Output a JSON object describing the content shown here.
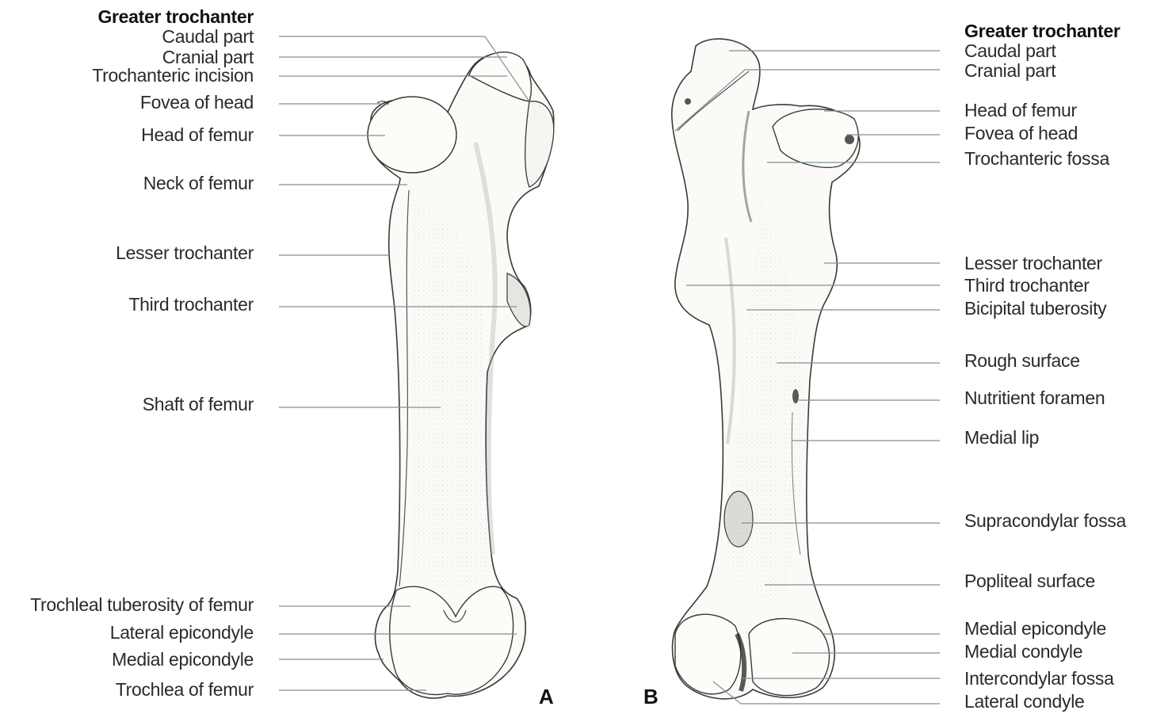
{
  "view_a": {
    "panel_label": "A",
    "labels": {
      "greater_trochanter": "Greater trochanter",
      "caudal_part": "Caudal part",
      "cranial_part": "Cranial part",
      "trochanteric_incision": "Trochanteric incision",
      "fovea_of_head": "Fovea of head",
      "head_of_femur": "Head of femur",
      "neck_of_femur": "Neck of femur",
      "lesser_trochanter": "Lesser trochanter",
      "third_trochanter": "Third trochanter",
      "shaft_of_femur": "Shaft of femur",
      "trochlear_tuberosity": "Trochleal tuberosity of femur",
      "lateral_epicondyle": "Lateral epicondyle",
      "medial_epicondyle": "Medial epicondyle",
      "trochlea_of_femur": "Trochlea of femur"
    }
  },
  "view_b": {
    "panel_label": "B",
    "labels": {
      "greater_trochanter": "Greater trochanter",
      "caudal_part": "Caudal part",
      "cranial_part": "Cranial part",
      "head_of_femur": "Head of femur",
      "fovea_of_head": "Fovea of head",
      "trochanteric_fossa": "Trochanteric fossa",
      "lesser_trochanter": "Lesser trochanter",
      "third_trochanter": "Third trochanter",
      "bicipital_tuberosity": "Bicipital tuberosity",
      "rough_surface": "Rough surface",
      "nutritient_foramen": "Nutritient foramen",
      "medial_lip": "Medial lip",
      "supracondylar_fossa": "Supracondylar fossa",
      "popliteal_surface": "Popliteal surface",
      "medial_epicondyle": "Medial epicondyle",
      "medial_condyle": "Medial condyle",
      "intercondylar_fossa": "Intercondylar fossa",
      "lateral_condyle": "Lateral condyle"
    }
  },
  "colors": {
    "bone_fill": "#fbfaf6",
    "bone_outline": "#3a3a3a",
    "shading": "#9a9a9a",
    "leader_line": "#7f8f9a",
    "text": "#2a2a2a"
  }
}
